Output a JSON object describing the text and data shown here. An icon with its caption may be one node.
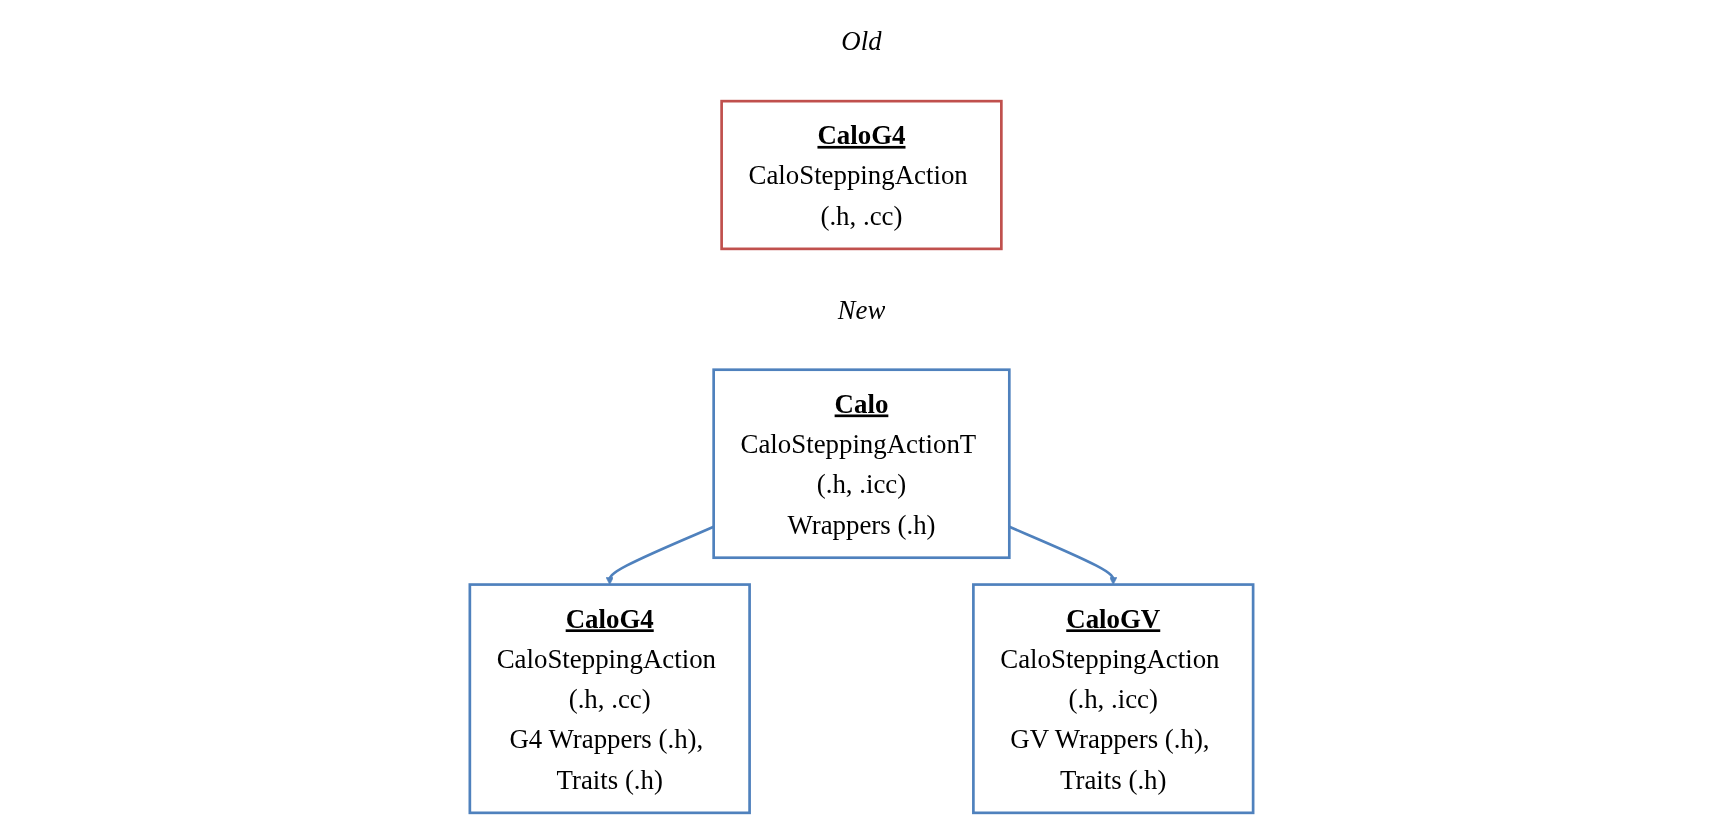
{
  "diagram": {
    "nodes": [
      {
        "text": [
          "CaloG4",
          "CaloSteppingAction (.h, .cc)"
        ],
        "beside": [
          "Old"
        ]
      },
      {
        "text": [
          "Calo",
          "CaloSteppingActionT (.h, .icc)",
          "Wrappers (.h)"
        ],
        "beside": [
          "New"
        ]
      },
      {
        "text": [
          "CaloG4",
          "CaloSteppingAction (.h, .cc)",
          "G4 Wrappers (.h), Traits (.h)"
        ]
      },
      {
        "text": [
          "CaloGV",
          "CaloSteppingAction (.h, .icc)",
          "GV Wrappers (.h), Traits (.h)"
        ]
      }
    ],
    "edges": [
      {
        "from": 1,
        "to": 2,
        "arrow": "to",
        "color": "#4f81bd"
      },
      {
        "from": 1,
        "to": 3,
        "arrow": "to",
        "color": "#4f81bd"
      }
    ]
  }
}
